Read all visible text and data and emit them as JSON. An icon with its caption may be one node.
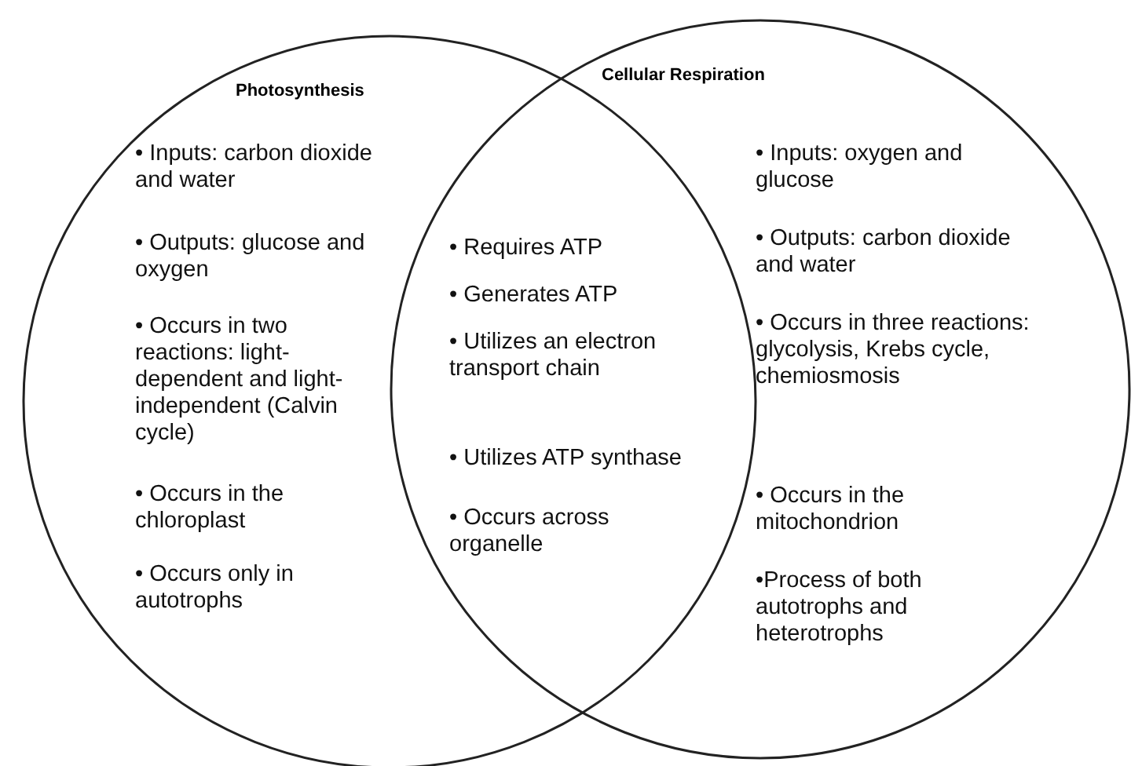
{
  "diagram": {
    "nodes": [
      {
        "text": [
          "Photosynthesis",
          "• Inputs: carbon dioxide and water",
          "• Outputs: glucose and oxygen",
          "• Occurs in two reactions: light-dependent and light-independent (Calvin cycle)",
          "• Occurs in the chloroplast",
          "• Occurs only in autotrophs"
        ]
      },
      {
        "text": [
          "Cellular Respiration",
          "• Inputs: oxygen and glucose",
          "• Outputs: carbon dioxide and water",
          "• Occurs in three reactions: glycolysis, Krebs cycle, chemiosmosis",
          "• Occurs in the mitochondrion",
          "•Process of both autotrophs and heterotrophs"
        ]
      },
      {
        "text": [
          "• Requires ATP",
          "• Generates ATP",
          "• Utilizes an electron transport chain",
          "• Utilizes ATP synthase",
          "• Occurs across organelle"
        ]
      }
    ],
    "edges": []
  }
}
